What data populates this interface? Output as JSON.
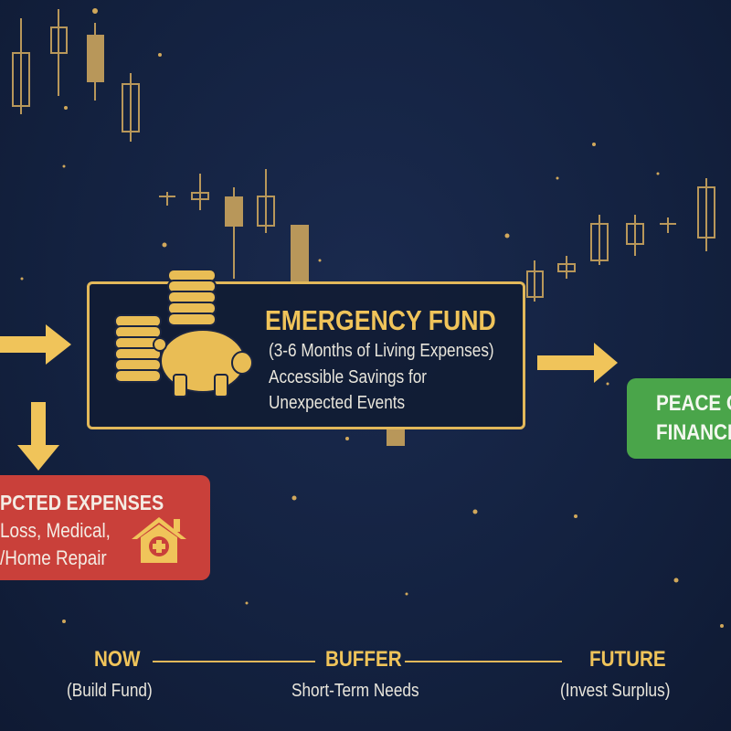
{
  "colors": {
    "background": "#13213f",
    "gold": "#e2b85a",
    "red": "#c9403a",
    "green": "#4aa54a"
  },
  "main_box": {
    "title": "EMERGENCY FUND",
    "lines": [
      "(3-6 Months of Living Expenses)",
      "Accessible Savings for",
      "Unexpected Events"
    ],
    "icon": "coins-piggy-bank-icon"
  },
  "expenses_box": {
    "title": "PCTED EXPENSES",
    "lines": [
      "Loss, Medical,",
      "/Home Repair"
    ],
    "icon": "house-medical-icon"
  },
  "outcome_box": {
    "lines": [
      "PEACE O",
      "FINANCIA"
    ]
  },
  "timeline": [
    {
      "label": "NOW",
      "sub": "(Build Fund)"
    },
    {
      "label": "BUFFER",
      "sub": "Short-Term Needs"
    },
    {
      "label": "FUTURE",
      "sub": "(Invest Surplus)"
    }
  ]
}
